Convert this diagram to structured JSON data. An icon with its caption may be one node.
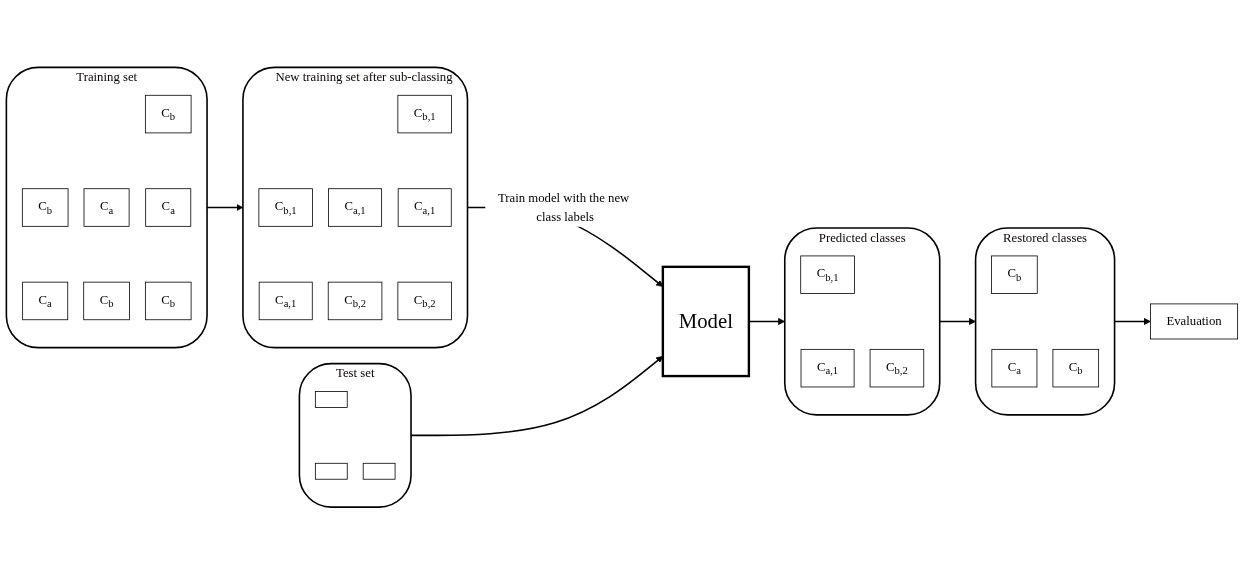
{
  "diagram": {
    "nodes": [
      {
        "text": [
          "Training set"
        ]
      },
      {
        "text": [
          "C$_{b}$"
        ],
        "in": 0
      },
      {
        "text": [
          "C$_{b}$"
        ],
        "in": 0
      },
      {
        "text": [
          "C$_{a}$"
        ],
        "in": 0
      },
      {
        "text": [
          "C$_{a}$"
        ],
        "in": 0
      },
      {
        "text": [
          "C$_{a}$"
        ],
        "in": 0
      },
      {
        "text": [
          "C$_{b}$"
        ],
        "in": 0
      },
      {
        "text": [
          "C$_{b}$"
        ],
        "in": 0
      },
      {
        "text": [
          "New training set after sub-classing"
        ]
      },
      {
        "text": [
          "C$_{b,1}$"
        ],
        "in": 8
      },
      {
        "text": [
          "C$_{b,1}$"
        ],
        "in": 8
      },
      {
        "text": [
          "C$_{a,1}$"
        ],
        "in": 8
      },
      {
        "text": [
          "C$_{a,1}$"
        ],
        "in": 8
      },
      {
        "text": [
          "C$_{a,1}$"
        ],
        "in": 8
      },
      {
        "text": [
          "C$_{b,2}$"
        ],
        "in": 8
      },
      {
        "text": [
          "C$_{b,2}$"
        ],
        "in": 8
      },
      {
        "text": [
          "Test set"
        ]
      },
      {
        "text": [],
        "shape": "box",
        "in": 16
      },
      {
        "text": [],
        "shape": "box",
        "in": 16
      },
      {
        "text": [],
        "shape": "box",
        "in": 16
      },
      {
        "text": [
          "Model"
        ]
      },
      {
        "text": [
          "Predicted classes"
        ]
      },
      {
        "text": [
          "C$_{b,1}$"
        ],
        "in": 21
      },
      {
        "text": [
          "C$_{b,2}$"
        ],
        "in": 21
      },
      {
        "text": [
          "C$_{a,1}$"
        ],
        "in": 21
      },
      {
        "text": [
          "Restored classes"
        ]
      },
      {
        "text": [
          "C$_{b}$"
        ],
        "in": 25
      },
      {
        "text": [
          "C$_{b}$"
        ],
        "in": 25
      },
      {
        "text": [
          "C$_{a}$"
        ],
        "in": 25
      },
      {
        "text": [
          "Evaluation"
        ]
      }
    ],
    "edges": [
      {
        "from": 0,
        "to": 8,
        "arrow": "to"
      },
      {
        "from": 8,
        "to": 20,
        "arrow": "to",
        "label": "Train model with the new class labels"
      },
      {
        "from": 16,
        "to": 20,
        "arrow": "to"
      },
      {
        "from": 20,
        "to": 21,
        "arrow": "to"
      },
      {
        "from": 21,
        "to": 25,
        "arrow": "to"
      },
      {
        "from": 25,
        "to": 29,
        "arrow": "to"
      }
    ]
  }
}
